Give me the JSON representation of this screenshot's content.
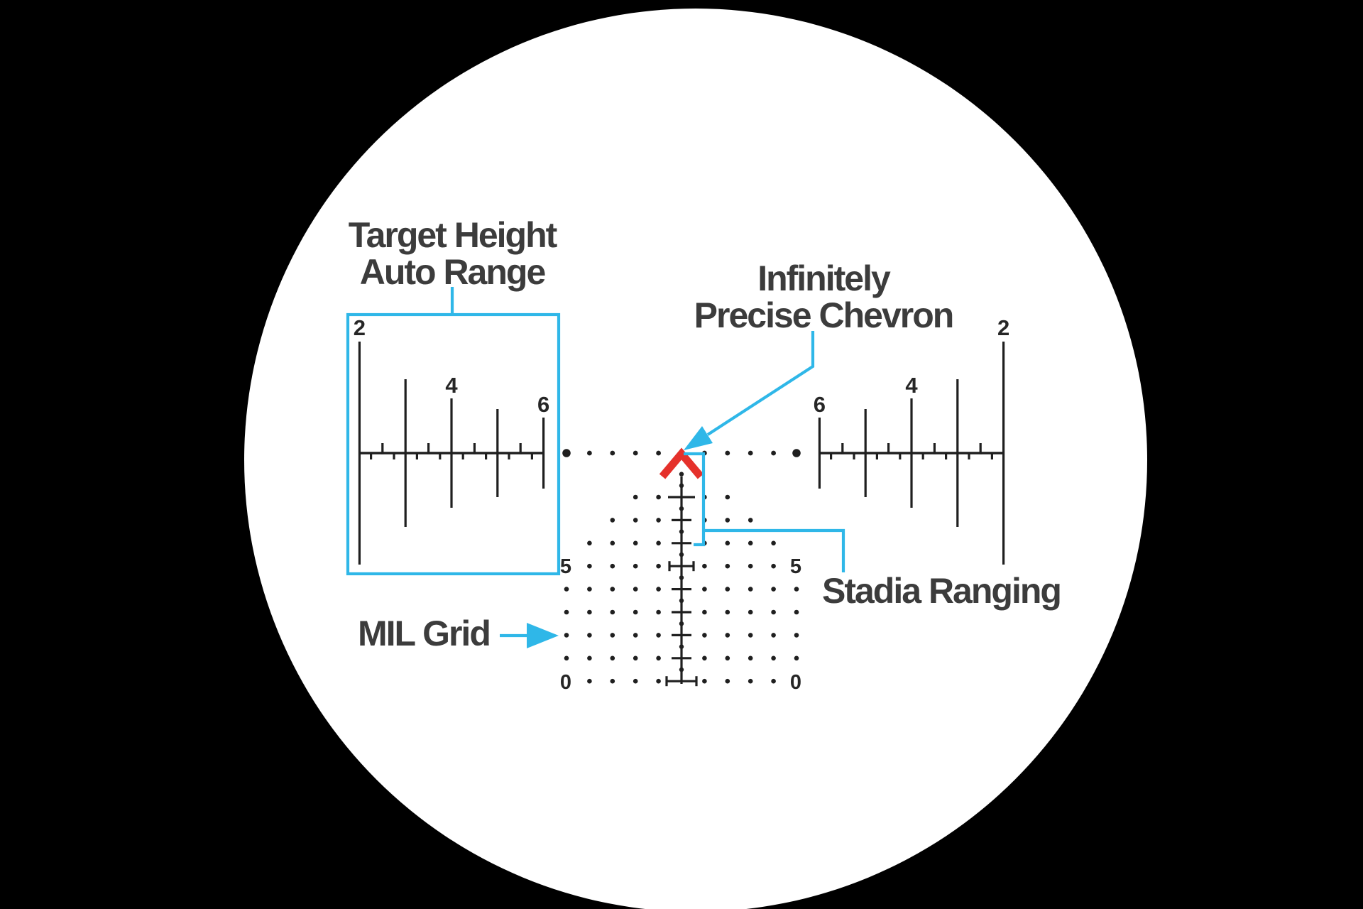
{
  "annotations": {
    "target_height": {
      "line1": "Target Height",
      "line2": "Auto Range"
    },
    "chevron": {
      "line1": "Infinitely",
      "line2": "Precise Chevron"
    },
    "stadia_ranging": {
      "label": "Stadia Ranging"
    },
    "mil_grid": {
      "label": "MIL Grid"
    }
  },
  "reticle": {
    "left_scale_numbers": [
      "2",
      "4",
      "6"
    ],
    "right_scale_numbers": [
      "6",
      "4",
      "2"
    ],
    "grid_labels": {
      "mid_left": "5",
      "mid_right": "5",
      "bottom_left": "0",
      "bottom_right": "0"
    }
  },
  "colors": {
    "background": "#000000",
    "scope_field": "#ffffff",
    "reticle_ink": "#1f1f1f",
    "annotation_cyan": "#2fb7e8",
    "chevron_red": "#e5312b",
    "label_text": "#3c3c3c"
  }
}
